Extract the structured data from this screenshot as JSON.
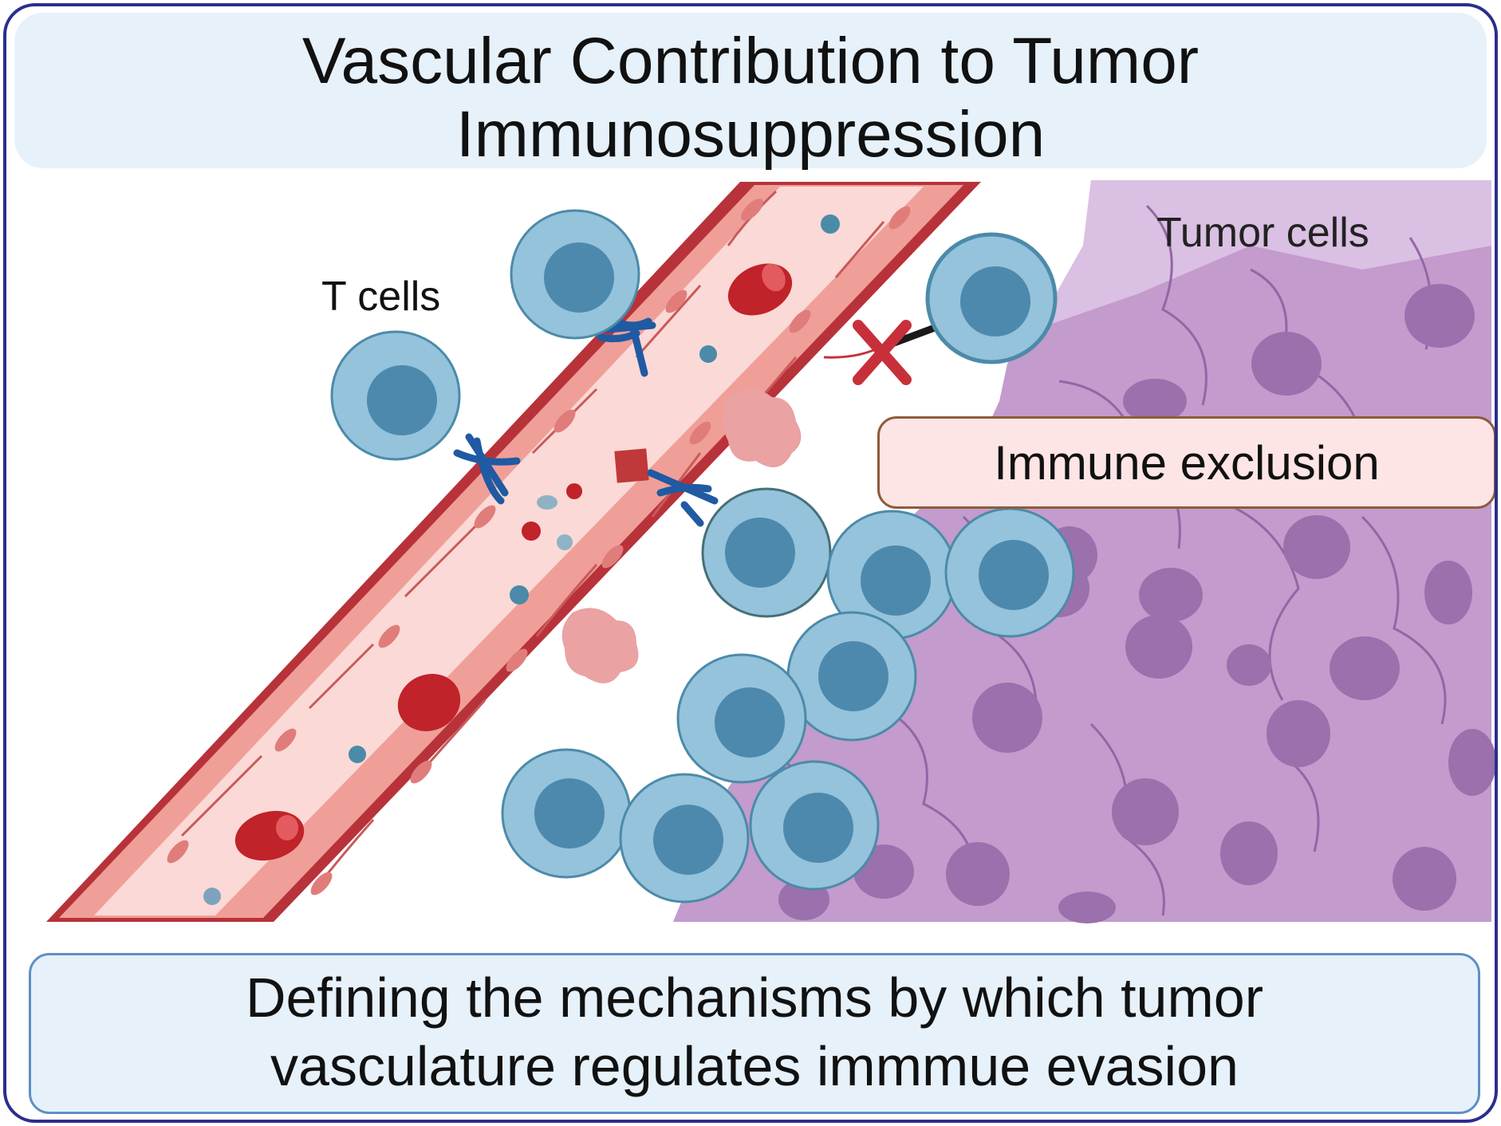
{
  "title": {
    "line1": "Vascular Contribution to Tumor",
    "line2": "Immunosuppression"
  },
  "labels": {
    "t_cells": "T cells",
    "tumor_cells": "Tumor cells",
    "immune_exclusion": "Immune exclusion"
  },
  "footer": {
    "line1": "Defining the mechanisms by which tumor",
    "line2": "vasculature regulates immmue evasion"
  },
  "colors": {
    "frame_border": "#2b2e8c",
    "title_band": "#e6f1fa",
    "footer_border": "#5e8fc4",
    "vessel_wall": "#b8323a",
    "vessel_lumen": "#fbd9d6",
    "red_blood_cell": "#c0232a",
    "t_cell_outer": "#94c3db",
    "t_cell_nucleus": "#4d89ad",
    "tumor_cell": "#c39bcd",
    "tumor_nucleus": "#9a70ad",
    "exclusion_box_fill": "#fde5e5",
    "blocked_x": "#c7303a"
  }
}
